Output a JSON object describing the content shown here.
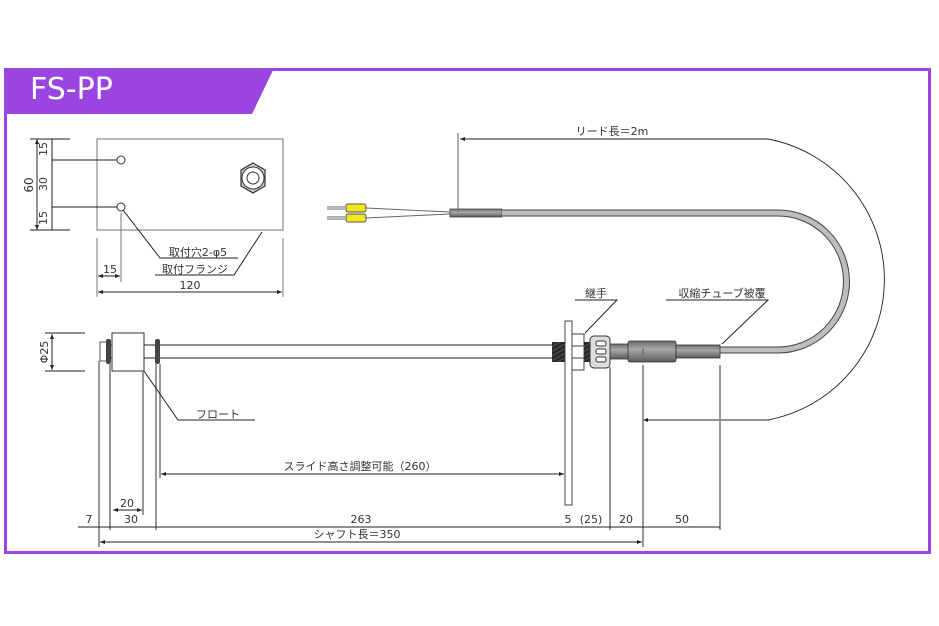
{
  "title": "FS-PP",
  "colors": {
    "frame": "#9b45e0",
    "title_bg": "#9b45e0",
    "title_text": "#ffffff",
    "lead_wire": "#b5b5b5",
    "terminal": "#f3e61c",
    "line": "#222222",
    "ext_line": "#777777"
  },
  "flange_view": {
    "dim_total_height": "60",
    "dim_top": "15",
    "dim_middle": "30",
    "dim_bottom": "15",
    "dim_hole_offset": "15",
    "dim_width": "120",
    "label_mount_holes": "取付穴2-φ5",
    "label_mount_flange": "取付フランジ"
  },
  "lead": {
    "label_lead_length": "リード長＝2m"
  },
  "side_view": {
    "dim_diameter": "Φ25",
    "label_float": "フロート",
    "label_fitting": "継手",
    "label_heat_shrink": "収縮チューブ被覆",
    "label_slide_adjust": "スライド高さ調整可能（260）",
    "dims": {
      "d7": "7",
      "d20": "20",
      "d30": "30",
      "d263": "263",
      "d5": "5",
      "d25": "(25)",
      "d20b": "20",
      "d50": "50",
      "shaft_length": "シャフト長＝350"
    }
  }
}
